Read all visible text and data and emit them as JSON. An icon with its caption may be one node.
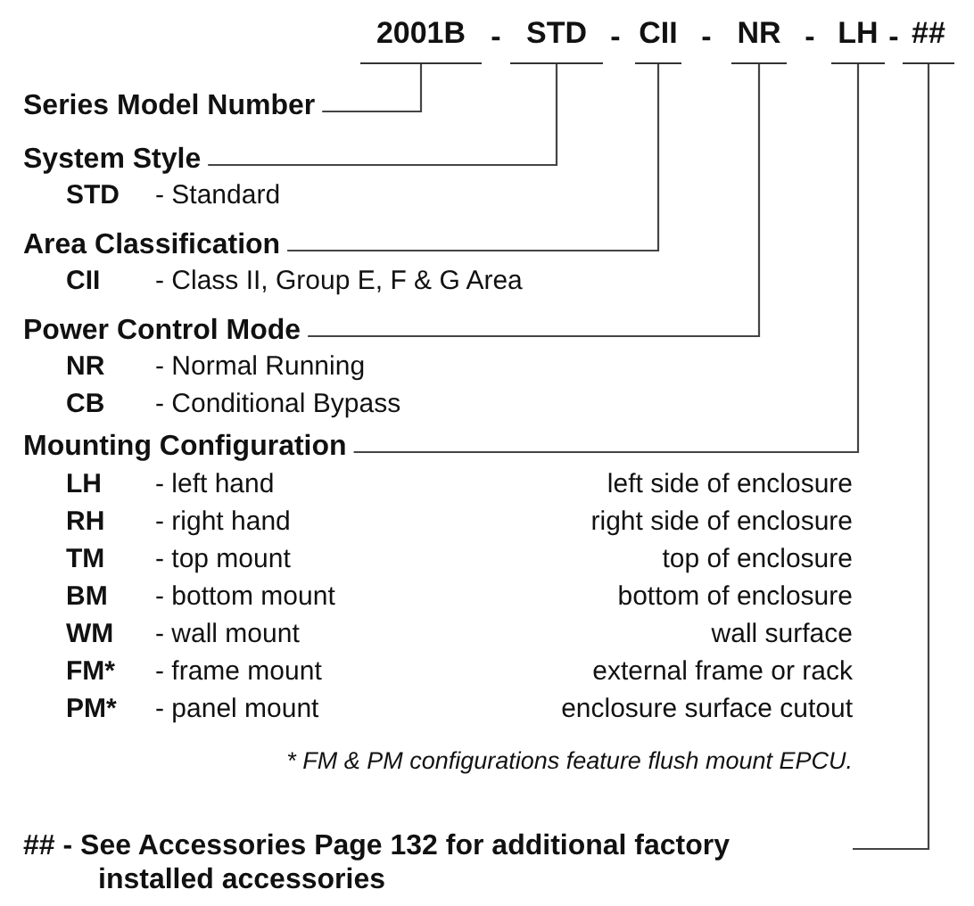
{
  "diagram": {
    "nodes": [
      {
        "text": [
          "2001B"
        ]
      },
      {
        "text": [
          "STD"
        ]
      },
      {
        "text": [
          "CII"
        ]
      },
      {
        "text": [
          "NR"
        ]
      },
      {
        "text": [
          "LH"
        ]
      },
      {
        "text": [
          "##"
        ]
      },
      {
        "text": [
          "Series Model Number"
        ]
      },
      {
        "text": [
          "System Style"
        ]
      },
      {
        "text": [
          "Area Classification"
        ]
      },
      {
        "text": [
          "Power Control Mode"
        ]
      },
      {
        "text": [
          "Mounting Configuration"
        ]
      },
      {
        "text": [
          "## - See Accessories Page 132 for additional factory installed accessories"
        ]
      }
    ],
    "edges": [
      {
        "from": 6,
        "to": 0,
        "arrow": "none"
      },
      {
        "from": 7,
        "to": 1,
        "arrow": "none"
      },
      {
        "from": 8,
        "to": 2,
        "arrow": "none"
      },
      {
        "from": 9,
        "to": 3,
        "arrow": "none"
      },
      {
        "from": 10,
        "to": 4,
        "arrow": "none"
      },
      {
        "from": 11,
        "to": 5,
        "arrow": "none"
      }
    ],
    "labels": [
      "-",
      "-",
      "-",
      "-",
      "-",
      "STD",
      "- Standard",
      "CII",
      "- Class II, Group E, F & G Area",
      "NR",
      "- Normal Running",
      "CB",
      "- Conditional Bypass",
      "LH",
      "- left hand",
      "left side of enclosure",
      "RH",
      "- right hand",
      "right side of enclosure",
      "TM",
      "- top mount",
      "top of enclosure",
      "BM",
      "- bottom mount",
      "bottom of enclosure",
      "WM",
      "- wall mount",
      "wall surface",
      "FM*",
      "- frame mount",
      "external frame or rack",
      "PM*",
      "- panel mount",
      "enclosure surface cutout",
      "* FM & PM configurations feature flush mount EPCU."
    ]
  }
}
